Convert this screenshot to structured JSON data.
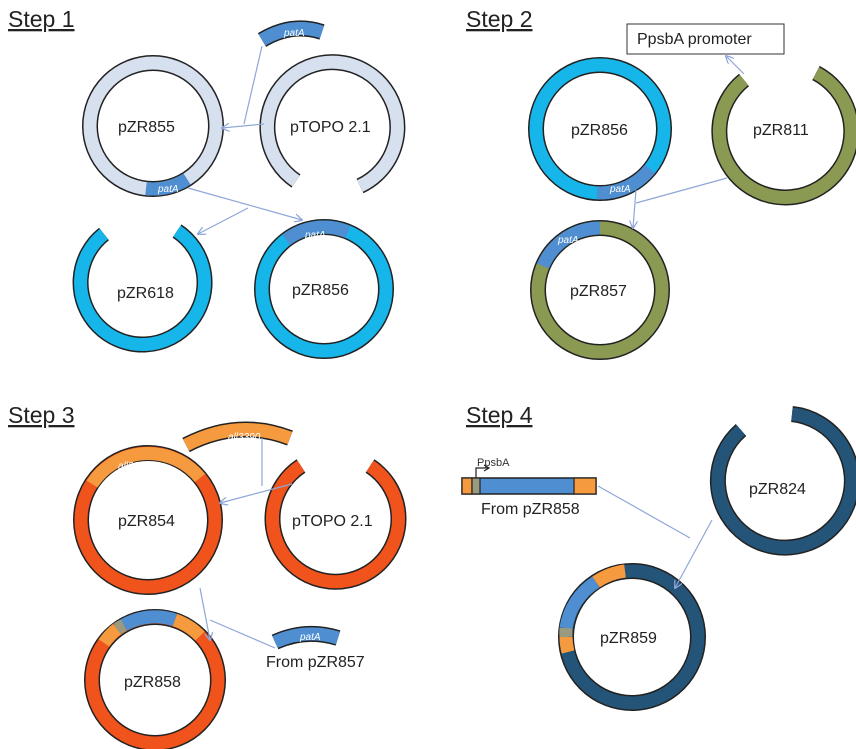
{
  "steps": {
    "s1": "Step 1",
    "s2": "Step 2",
    "s3": "Step 3",
    "s4": "Step 4"
  },
  "plasmids": {
    "p855": "pZR855",
    "ptopo1": "pTOPO 2.1",
    "p618": "pZR618",
    "p856a": "pZR856",
    "p856b": "pZR856",
    "p811": "pZR811",
    "p857": "pZR857",
    "p854": "pZR854",
    "ptopo3": "pTOPO 2.1",
    "p858": "pZR858",
    "p824": "pZR824",
    "p859": "pZR859"
  },
  "genes": {
    "patA_insert1": "patA",
    "patA_855": "patA",
    "patA_856a": "patA",
    "patA_856b": "patA",
    "patA_857": "patA",
    "patA_insert3": "patA",
    "all3390_insert": "all3390",
    "all3390_854": "all3390"
  },
  "labels": {
    "psbA_promoter_box": "PpsbA promoter",
    "from_858": "From pZR858",
    "from_857": "From pZR857",
    "psbA_small": "PpsbA"
  },
  "colors": {
    "light_blue_gray": "#d6e0ee",
    "cyan": "#16b6ea",
    "olive": "#8a9a52",
    "orange_red": "#f0531c",
    "light_orange": "#f59a3e",
    "navy": "#245578",
    "patA_blue": "#4e8ed1",
    "gray_segment": "#9a9a80",
    "arrow": "#8fa6d8"
  }
}
